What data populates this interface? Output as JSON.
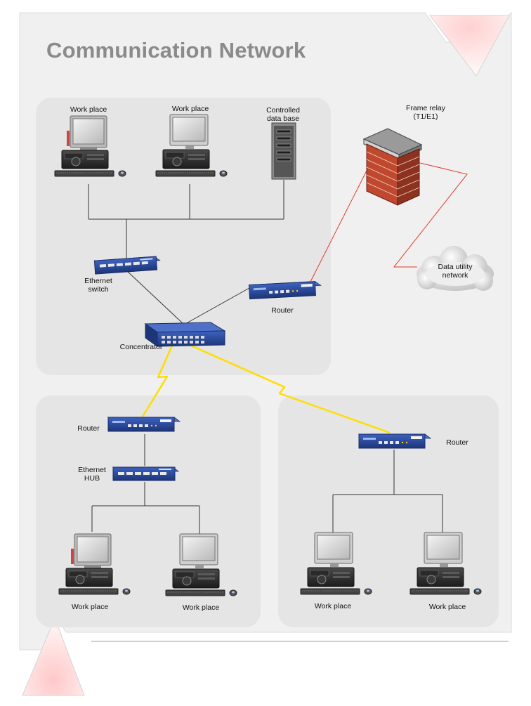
{
  "title": "Communication Network",
  "nodes": {
    "wp_top_left": "Work place",
    "wp_top_mid": "Work place",
    "db": "Controlled\ndata base",
    "frame_relay": "Frame relay\n(T1/E1)",
    "cloud": "Data utility\nnetwork",
    "eth_switch": "Ethernet\nswitch",
    "router_top": "Router",
    "concentrator": "Concentrator",
    "router_left": "Router",
    "eth_hub": "Ethernet\nHUB",
    "router_right": "Router",
    "wp_bl1": "Work place",
    "wp_bl2": "Work place",
    "wp_br1": "Work place",
    "wp_br2": "Work place"
  },
  "colors": {
    "panel": "#e6e6e6",
    "page": "#f0f0f0",
    "device_blue": "#2b4a9a",
    "wan_link": "#ffdd00",
    "frame_link": "#e03a2a",
    "firewall_brick": "#c0482e"
  }
}
